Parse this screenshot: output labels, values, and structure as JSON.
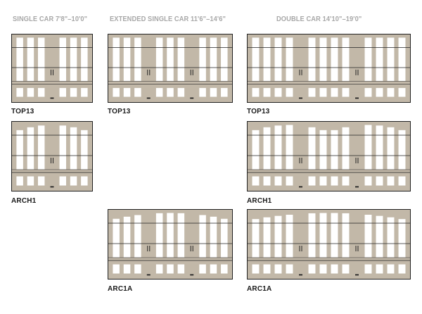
{
  "headers": {
    "single": "SINGLE CAR 7'8\"–10'0\"",
    "extended": "EXTENDED SINGLE CAR 11'6\"–14'6\"",
    "double": "DOUBLE CAR 14'10\"–19'0\""
  },
  "doors": [
    {
      "label": "TOP13",
      "style": "top",
      "column": "single",
      "handles": 1
    },
    {
      "label": "TOP13",
      "style": "top",
      "column": "extended",
      "handles": 2
    },
    {
      "label": "TOP13",
      "style": "top",
      "column": "double",
      "handles": 2
    },
    {
      "label": "ARCH1",
      "style": "arch",
      "column": "single",
      "handles": 1
    },
    {
      "label": "ARCH1",
      "style": "arch",
      "column": "double",
      "handles": 2
    },
    {
      "label": "ARC1A",
      "style": "arc",
      "column": "extended",
      "handles": 2
    },
    {
      "label": "ARC1A",
      "style": "arc",
      "column": "double",
      "handles": 2
    }
  ],
  "colors": {
    "frame": "#c2b8a8",
    "opening": "#ffffff",
    "outline": "#222222"
  },
  "icons": {
    "handle": "lift-handle-icon",
    "lock": "lock-icon"
  }
}
